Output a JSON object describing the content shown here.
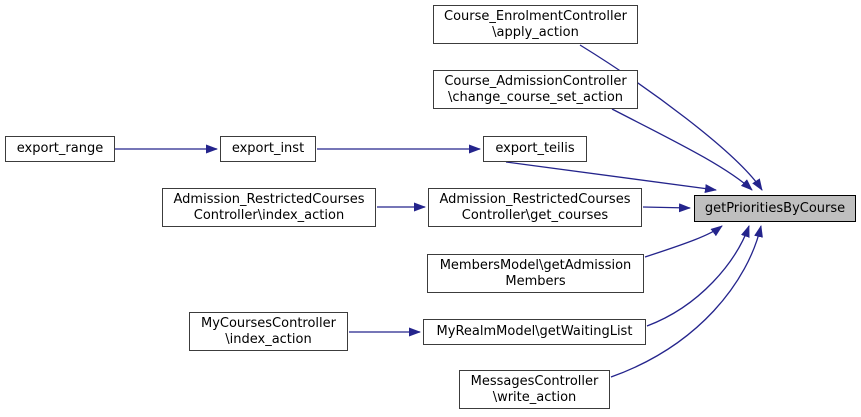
{
  "diagram": {
    "type": "caller-graph",
    "focus_node": "getPrioritiesByCourse",
    "colors": {
      "edge": "#24248c",
      "node_border": "#3c3c3c",
      "focus_fill": "#bfbfbf",
      "background": "#ffffff",
      "text": "#000000"
    },
    "nodes": [
      {
        "id": "export_range",
        "label": "export_range"
      },
      {
        "id": "export_inst",
        "label": "export_inst"
      },
      {
        "id": "apply_action",
        "label": "Course_EnrolmentController\n\\apply_action"
      },
      {
        "id": "change_course_set_action",
        "label": "Course_AdmissionController\n\\change_course_set_action"
      },
      {
        "id": "export_teilis",
        "label": "export_teilis"
      },
      {
        "id": "index_action_admission",
        "label": "Admission_RestrictedCourses\nController\\index_action"
      },
      {
        "id": "get_courses",
        "label": "Admission_RestrictedCourses\nController\\get_courses"
      },
      {
        "id": "getAdmissionMembers",
        "label": "MembersModel\\getAdmission\nMembers"
      },
      {
        "id": "index_action_mycourses",
        "label": "MyCoursesController\n\\index_action"
      },
      {
        "id": "getWaitingList",
        "label": "MyRealmModel\\getWaitingList"
      },
      {
        "id": "write_action",
        "label": "MessagesController\n\\write_action"
      },
      {
        "id": "getPrioritiesByCourse",
        "label": "getPrioritiesByCourse"
      }
    ],
    "edges": [
      {
        "from": "export_range",
        "to": "export_inst"
      },
      {
        "from": "export_inst",
        "to": "export_teilis"
      },
      {
        "from": "Admission_RestrictedCoursesController\\index_action",
        "to": "Admission_RestrictedCoursesController\\get_courses"
      },
      {
        "from": "MyCoursesController\\index_action",
        "to": "MyRealmModel\\getWaitingList"
      },
      {
        "from": "Course_EnrolmentController\\apply_action",
        "to": "getPrioritiesByCourse"
      },
      {
        "from": "Course_AdmissionController\\change_course_set_action",
        "to": "getPrioritiesByCourse"
      },
      {
        "from": "export_teilis",
        "to": "getPrioritiesByCourse"
      },
      {
        "from": "Admission_RestrictedCoursesController\\get_courses",
        "to": "getPrioritiesByCourse"
      },
      {
        "from": "MembersModel\\getAdmissionMembers",
        "to": "getPrioritiesByCourse"
      },
      {
        "from": "MyRealmModel\\getWaitingList",
        "to": "getPrioritiesByCourse"
      },
      {
        "from": "MessagesController\\write_action",
        "to": "getPrioritiesByCourse"
      }
    ]
  }
}
